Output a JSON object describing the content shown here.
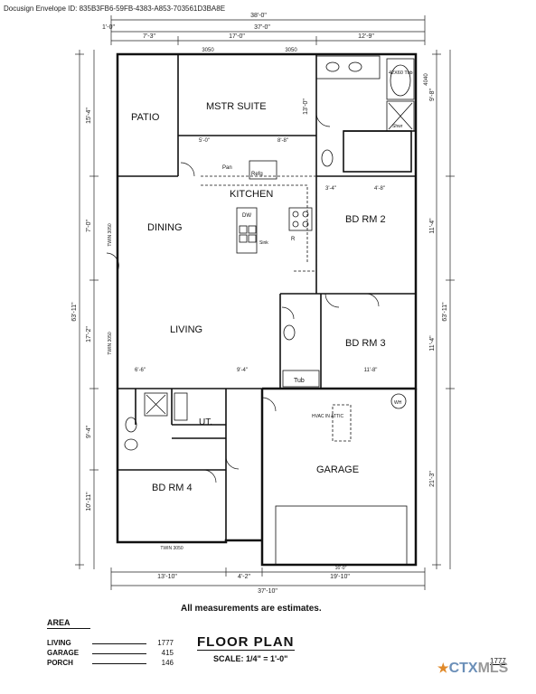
{
  "envelope_id": "Docusign Envelope ID: 835B3FB6-59FB-4383-A853-703561D3BA8E",
  "rooms": {
    "master": "MSTR SUITE",
    "patio": "PATIO",
    "kitchen": "KITCHEN",
    "dining": "DINING",
    "living": "LIVING",
    "bd2": "BD RM 2",
    "bd3": "BD RM 3",
    "bd4": "BD RM 4",
    "garage": "GARAGE",
    "utility": "UT.",
    "tub": "Tub",
    "tub_large": "42X60 Tub",
    "shwr": "Shwr",
    "refg": "Refg",
    "pan": "Pan",
    "dw": "DW",
    "sink": "Sink",
    "hvac": "HVAC IN ATTIC",
    "wh": "WH",
    "r": "R"
  },
  "dimensions": {
    "top_total": "38'-0\"",
    "top_second": "37'-0\"",
    "top_left": "1'-0\"",
    "top_a": "7'-3\"",
    "top_b": "17'-0\"",
    "top_c": "12'-9\"",
    "window_3050": "3050",
    "window_4040": "4040",
    "bottom_a": "13'-10\"",
    "bottom_b": "4'-2\"",
    "bottom_c": "19'-10\"",
    "bottom_total": "37'-10\"",
    "garage_door": "16'-0\"",
    "left_total": "63'-11\"",
    "right_total": "63'-11\"",
    "left_a": "15'-4\"",
    "left_b": "7'-0\"",
    "left_c": "17'-2\"",
    "left_d": "9'-4\"",
    "left_e": "10'-11\"",
    "right_a": "9'-8\"",
    "right_b": "11'-4\"",
    "right_c": "11'-4\"",
    "right_d": "21'-3\"",
    "master_depth": "13'-0\"",
    "twin_3050": "TWIN 3050",
    "dim_5_0": "5'-0\"",
    "dim_8_8": "8'-8\"",
    "dim_3_4": "3'-4\"",
    "dim_4_8": "4'-8\"",
    "dim_6_6": "6'-6\"",
    "dim_9_4": "9'-4\"",
    "dim_11_8": "11'-8\""
  },
  "note": "All measurements are estimates.",
  "area": {
    "title": "AREA",
    "rows": [
      {
        "label": "LIVING",
        "value": "1777"
      },
      {
        "label": "GARAGE",
        "value": "415"
      },
      {
        "label": "PORCH",
        "value": "146"
      }
    ]
  },
  "title": "FLOOR PLAN",
  "scale": "SCALE: 1/4\" = 1'-0\"",
  "corner_number": "1777",
  "logo": {
    "part1": "CTX",
    "part2": "MLS"
  }
}
